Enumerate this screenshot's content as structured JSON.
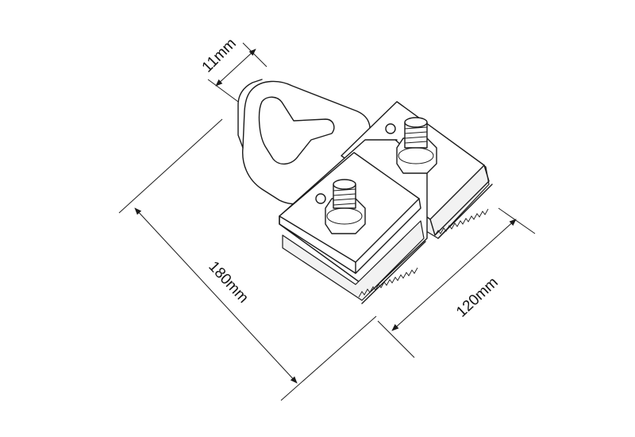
{
  "dimensions": {
    "width_label": "11mm",
    "height_label": "180mm",
    "length_label": "120mm"
  },
  "colors": {
    "line": "#1a1a1a",
    "background": "#ffffff"
  }
}
